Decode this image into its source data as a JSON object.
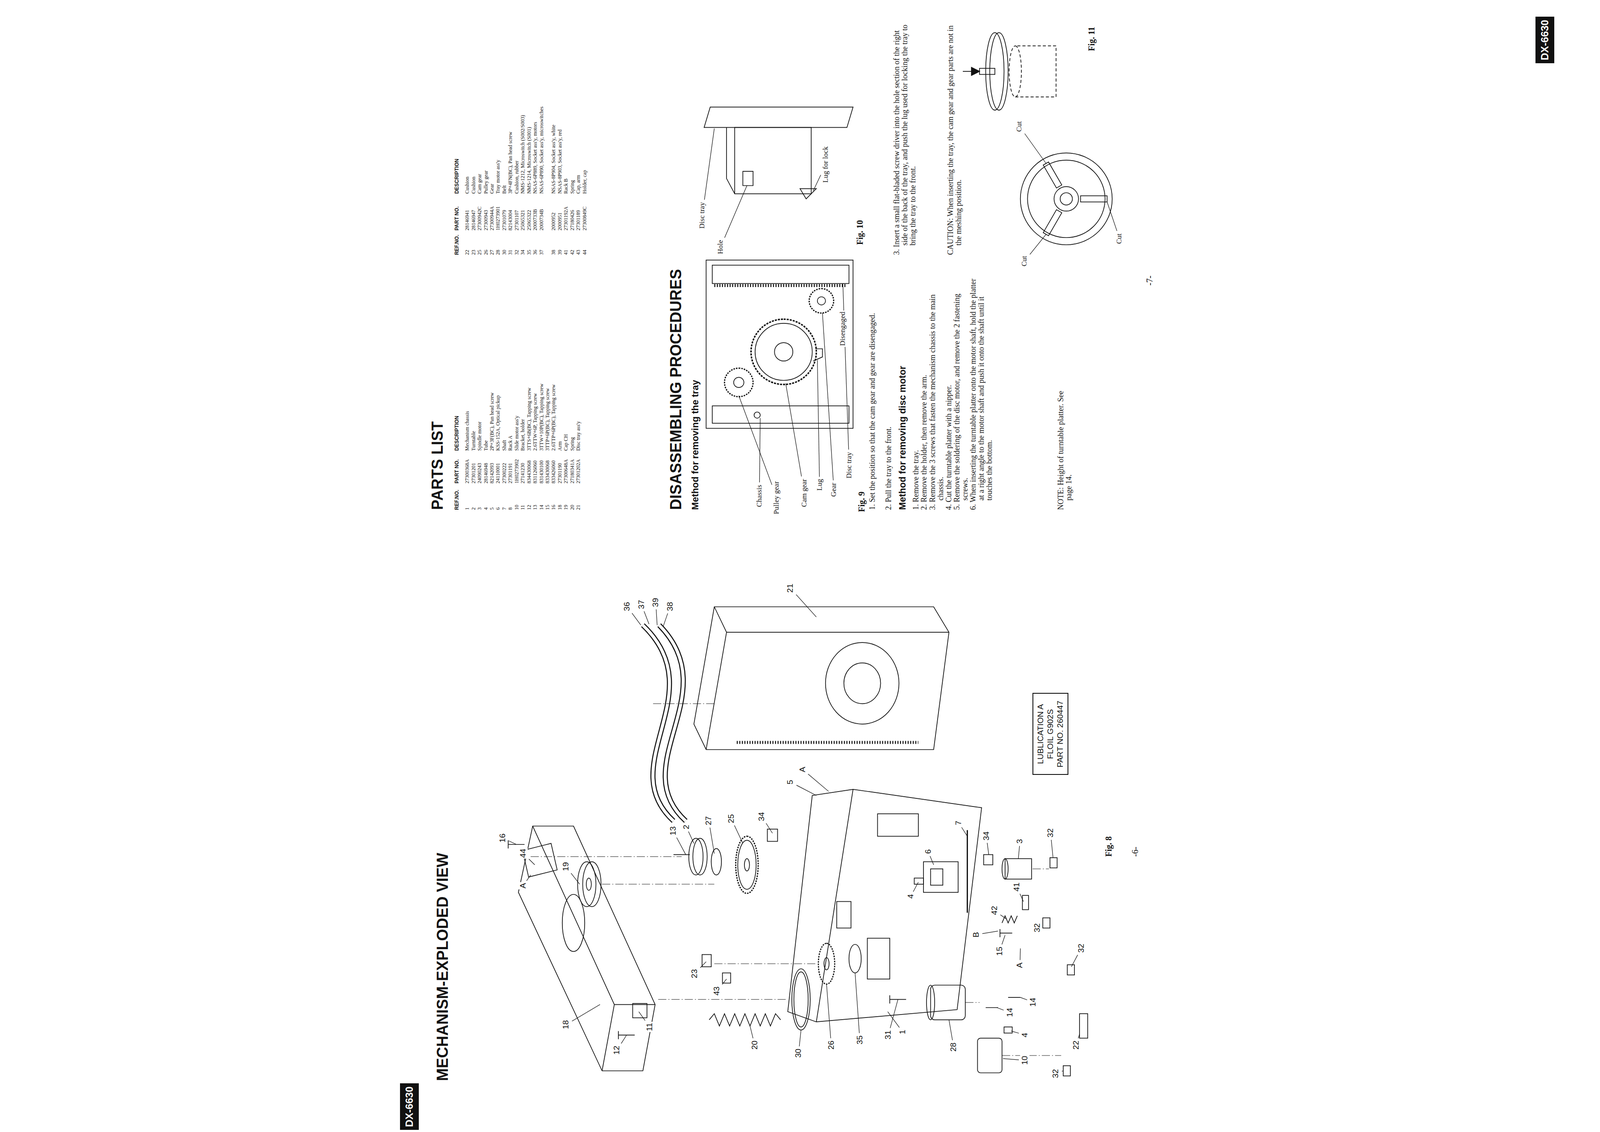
{
  "diagram": {
    "nodes": [
      {
        "text": [
          "DX-6630"
        ]
      },
      {
        "text": [
          "LUBLICATION A FLOIL G902S PART NO. 260447"
        ]
      },
      {
        "text": [
          "DX-6630"
        ]
      }
    ],
    "labels": [
      "MECHANISM-EXPLODED VIEW",
      "16",
      "44",
      "A",
      "19",
      "18",
      "12",
      "11",
      "13",
      "2",
      "27",
      "25",
      "34",
      "5",
      "A",
      "23",
      "43",
      "20",
      "30",
      "26",
      "35",
      "31",
      "36",
      "37",
      "39",
      "38",
      "21",
      "28",
      "1",
      "6",
      "7",
      "34",
      "3",
      "32",
      "4",
      "42",
      "41",
      "B",
      "15",
      "A",
      "32",
      "10",
      "4",
      "14",
      "14",
      "32",
      "22",
      "32",
      "Fig. 8",
      "-6-",
      "PARTS LIST",
      "REF.NO.",
      "PART NO.",
      "DESCRIPTION",
      "1",
      "27300368A",
      "Mechanism chassis",
      "2",
      "27301201",
      "Turntable",
      "3",
      "24090243",
      "Spindle motor",
      "4",
      "28146948",
      "Tube",
      "5",
      "82142093",
      "2P+3F(BC), Pan head screw",
      "6",
      "24110001",
      "KSS-152A, Optical pickup",
      "7",
      "27300222",
      "Shaft",
      "8",
      "27301191",
      "Rack A",
      "10",
      "1H0273902",
      "Slide motor ass'y",
      "11",
      "27141230",
      "Bracket, holder",
      "12",
      "834430068",
      "3TTS+6B(BC), Tapping screw",
      "13",
      "831126060",
      "2.6TTW+6P, Tapping screw",
      "14",
      "831430100",
      "3TTW+10P(BC), Tapping screw",
      "15",
      "833430068",
      "3TTP+6P(BC), Tapping screw",
      "16",
      "833426060",
      "2.6TTP+6P(BC), Tapping screw",
      "18",
      "27301190",
      "Arm",
      "19",
      "27300648A",
      "Cap CH",
      "20",
      "27180341A",
      "Spring",
      "21",
      "27301202A",
      "Disc tray ass'y",
      "REF.NO.",
      "PART NO.",
      "DESCRIPTION",
      "22",
      "28146941",
      "Cushion",
      "23",
      "28146947",
      "Cushion",
      "25",
      "27300942C",
      "Cam gear",
      "26",
      "27300943",
      "Pulley gear",
      "27",
      "27300944A",
      "Gear",
      "28",
      "1H0273901",
      "Tray motor ass'y",
      "30",
      "27301079",
      "Belt",
      "31",
      "82143004",
      "3P+4FN(BC), Pan head screw",
      "32",
      "27301107",
      "Cushion, rubber",
      "34",
      "25065321",
      "NMS-1212, Microswitch (S002/S003)",
      "35",
      "25065322",
      "NMS-1214, Microswitch (S001)",
      "36",
      "2000733B",
      "NSAS-6P889, Socket ass'y, motors",
      "37",
      "2000734B",
      "NSAS-6P890, Socket ass'y, microswitches",
      "38",
      "2000952",
      "NSAS-8P904, Socket ass'y, white",
      "39",
      "2000951",
      "NSAS-8P903, Socket ass'y, red",
      "41",
      "27301192A",
      "Rack B",
      "42",
      "27180426",
      "Spring",
      "43",
      "27301189",
      "Cap, arm",
      "44",
      "27300849C",
      "Holder, cap",
      "DISASSEMBLING PROCEDURES",
      "Method for removing the tray",
      "Chassis",
      "Pulley gear",
      "Cam gear",
      "Lug",
      "Gear",
      "Disc tray",
      "Disengaged",
      "Fig. 9",
      "1. Set the position so that the cam gear and gear are disengaged.",
      "2. Pull the tray to the front.",
      "Method for removing disc motor",
      "1. Remove the tray.",
      "2. Remove the holder, then remove the arm.",
      "3. Remove the 3 screws that fasten the mechanism chassis to the main chassis.",
      "4. Cut the turntable platter with a nipper.",
      "5. Remove the soldering of the disc motor, and remove the 2 fastening screws.",
      "6. When inserting the turntable platter onto the motor shaft, hold the platter at a right angle to the motor shaft and push it onto the shaft until it touches the bottom.",
      "NOTE: Height of turntable platter. See page 14.",
      "Hole",
      "Disc tray",
      "Lug for lock",
      "Fig. 10",
      "3. Insert a small flat-bladed screw driver into the hole section of the right side of the back of the tray, and push the lug used for locking the tray to bring the tray to the front.",
      "CAUTION: When inserting the tray, the cam gear and gear parts are not in the meshing position.",
      "Cut",
      "Cut",
      "Cut",
      "Fig. 11",
      "-7-"
    ]
  }
}
